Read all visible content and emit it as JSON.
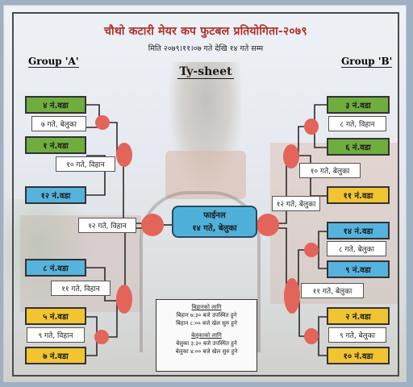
{
  "title": "चौथो कटारी मेयर कप फुटबल प्रतियोगिता-२०७९",
  "subtitle": "मिति २०७९।११।०७ गते देखि १४ गते सम्म",
  "tysheet": "Ty-sheet",
  "group_a": "Group 'A'",
  "group_b": "Group 'B'",
  "left": {
    "teams": [
      "४ नं.वडा",
      "१ नं.वडा",
      "१२ नं.वडा",
      "८ नं.वडा",
      "५ नं.वडा",
      "७ नं.वडा"
    ],
    "times": [
      "७ गते, बेलुका",
      "१० गते, विहान",
      "१२ गते, विहान",
      "११ गते, विहान",
      "९ गते, विहान"
    ]
  },
  "right": {
    "teams": [
      "३ नं.वडा",
      "६ नं.वडा",
      "११ नं.वडा",
      "१४ नं.वडा",
      "९ नं.वडा",
      "२ नं.वडा",
      "१० नं.वडा"
    ],
    "times": [
      "८ गते, विहान",
      "१० गते, बेलुका",
      "१२ गते, बेलुका",
      "८ गते, बेलुका",
      "११ गते, बेलुका",
      "९ गते, बेलुका"
    ]
  },
  "final": {
    "label": "फाईनल",
    "time": "१४ गते, बेलुका"
  },
  "notes": {
    "morning_heading": "बिहानको लागि",
    "morning_line1": "बिहान ७:३० बजे उपस्थित हुने",
    "morning_line2": "बिहान ८:०० बजे खेल सुरु हुने",
    "evening_heading": "बेलुकाको लागि",
    "evening_line1": "बेलुका ३:३० बजे उपस्थित हुने",
    "evening_line2": "बेलुका ४:०० बजे खेल सुरु हुने"
  },
  "colors": {
    "title": "#b0302a",
    "green": "#6fad3f",
    "blue": "#55b3dd",
    "yellow": "#f1c432",
    "dot": "#e3645a"
  }
}
